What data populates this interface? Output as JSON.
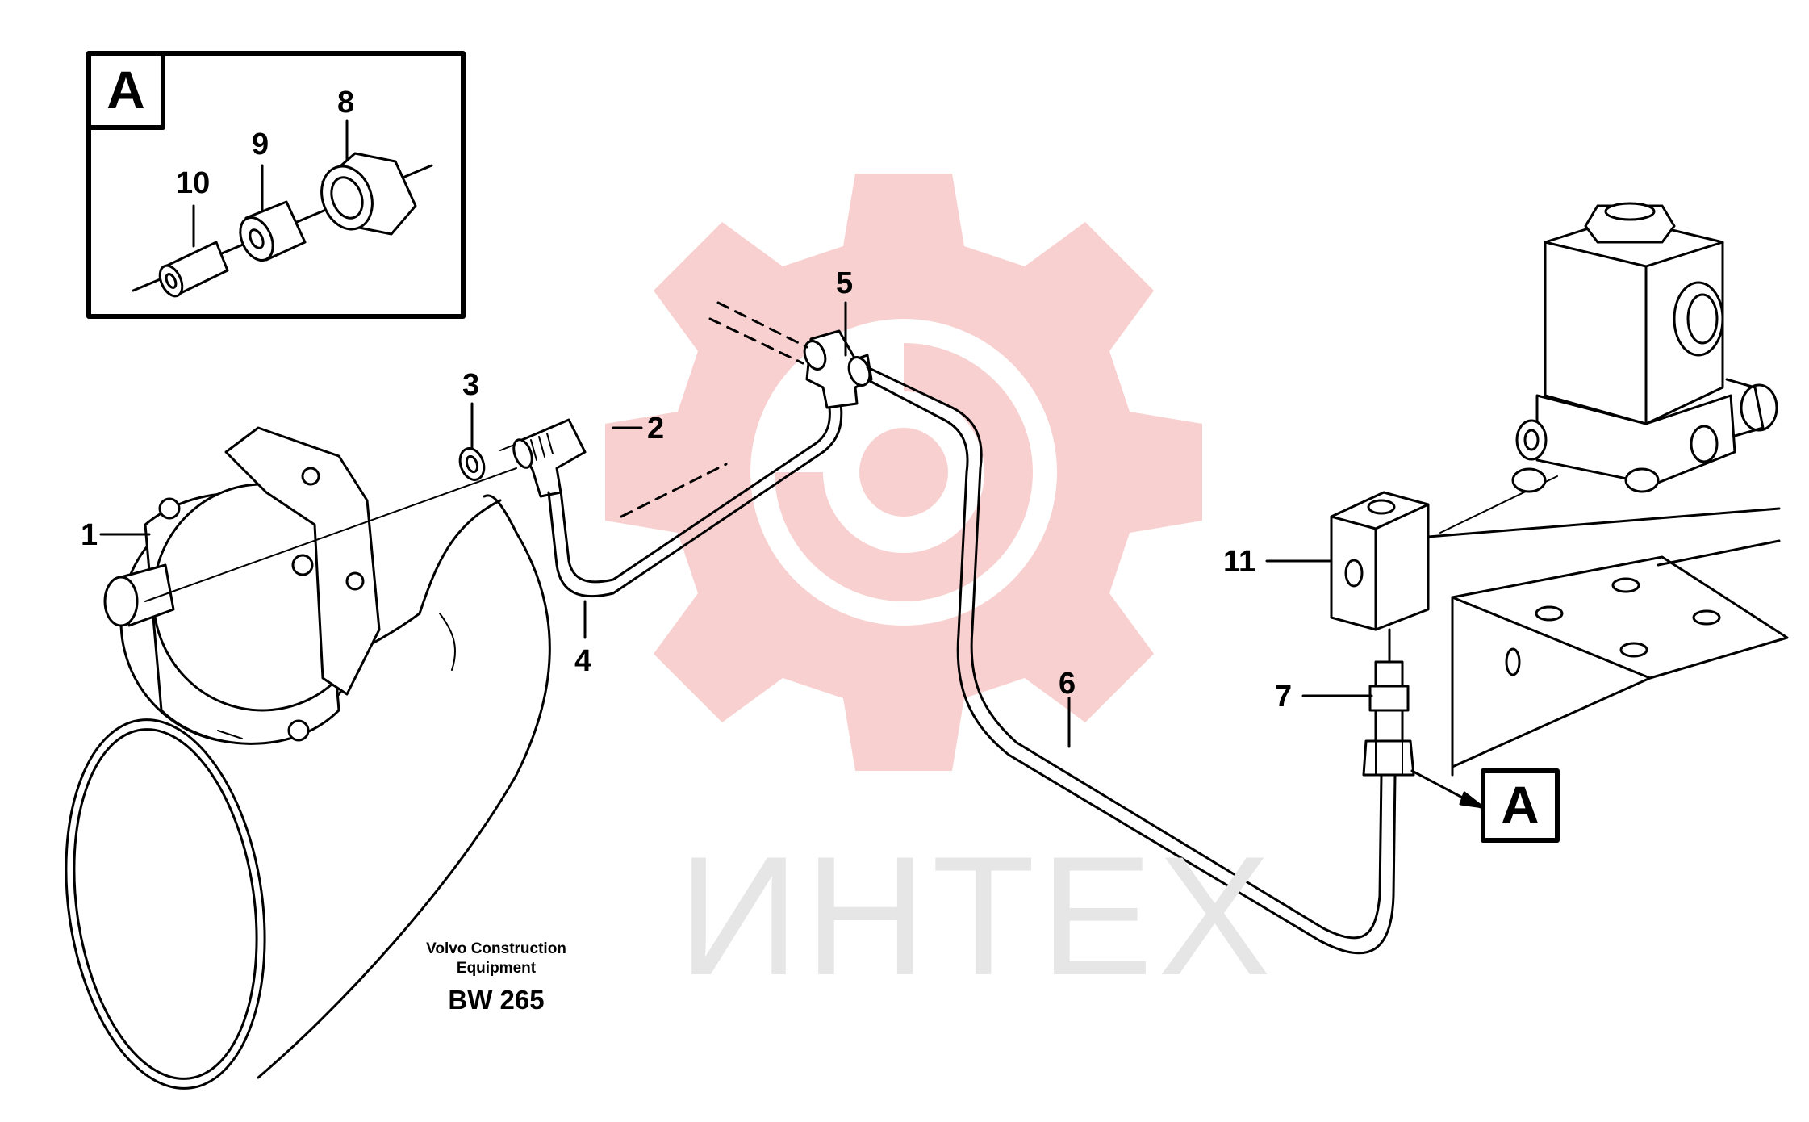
{
  "diagram": {
    "detail_label": "A",
    "reference_label": "A",
    "callouts": {
      "c1": "1",
      "c2": "2",
      "c3": "3",
      "c4": "4",
      "c5": "5",
      "c6": "6",
      "c7": "7",
      "c8": "8",
      "c9": "9",
      "c10": "10",
      "c11": "11"
    },
    "caption": {
      "line1": "Volvo Construction",
      "line2": "Equipment",
      "model": "BW 265"
    },
    "watermark": "ИНТЕХ",
    "colors": {
      "line": "#000000",
      "watermark_logo": "#f7c8c8",
      "watermark_text": "#e6e6e6"
    }
  }
}
